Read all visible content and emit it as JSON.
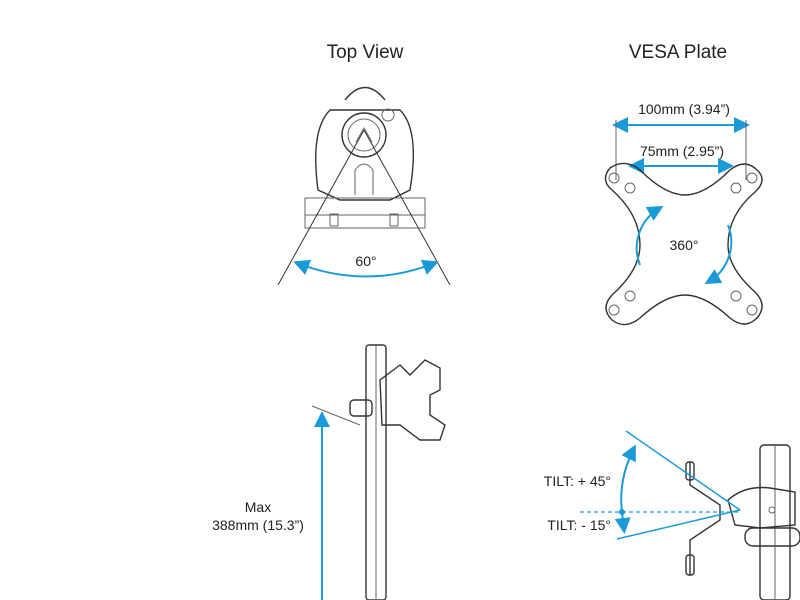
{
  "top_view": {
    "title": "Top View",
    "angle": "60°"
  },
  "vesa_plate": {
    "title": "VESA Plate",
    "width_outer": "100mm (3.94”)",
    "width_inner": "75mm (2.95”)",
    "rotation": "360°"
  },
  "height": {
    "label_max": "Max",
    "label_value": "388mm (15.3”)"
  },
  "tilt": {
    "up": "TILT: + 45°",
    "down": "TILT: - 15°"
  },
  "colors": {
    "accent": "#1a9ad6",
    "line": "#333333"
  }
}
